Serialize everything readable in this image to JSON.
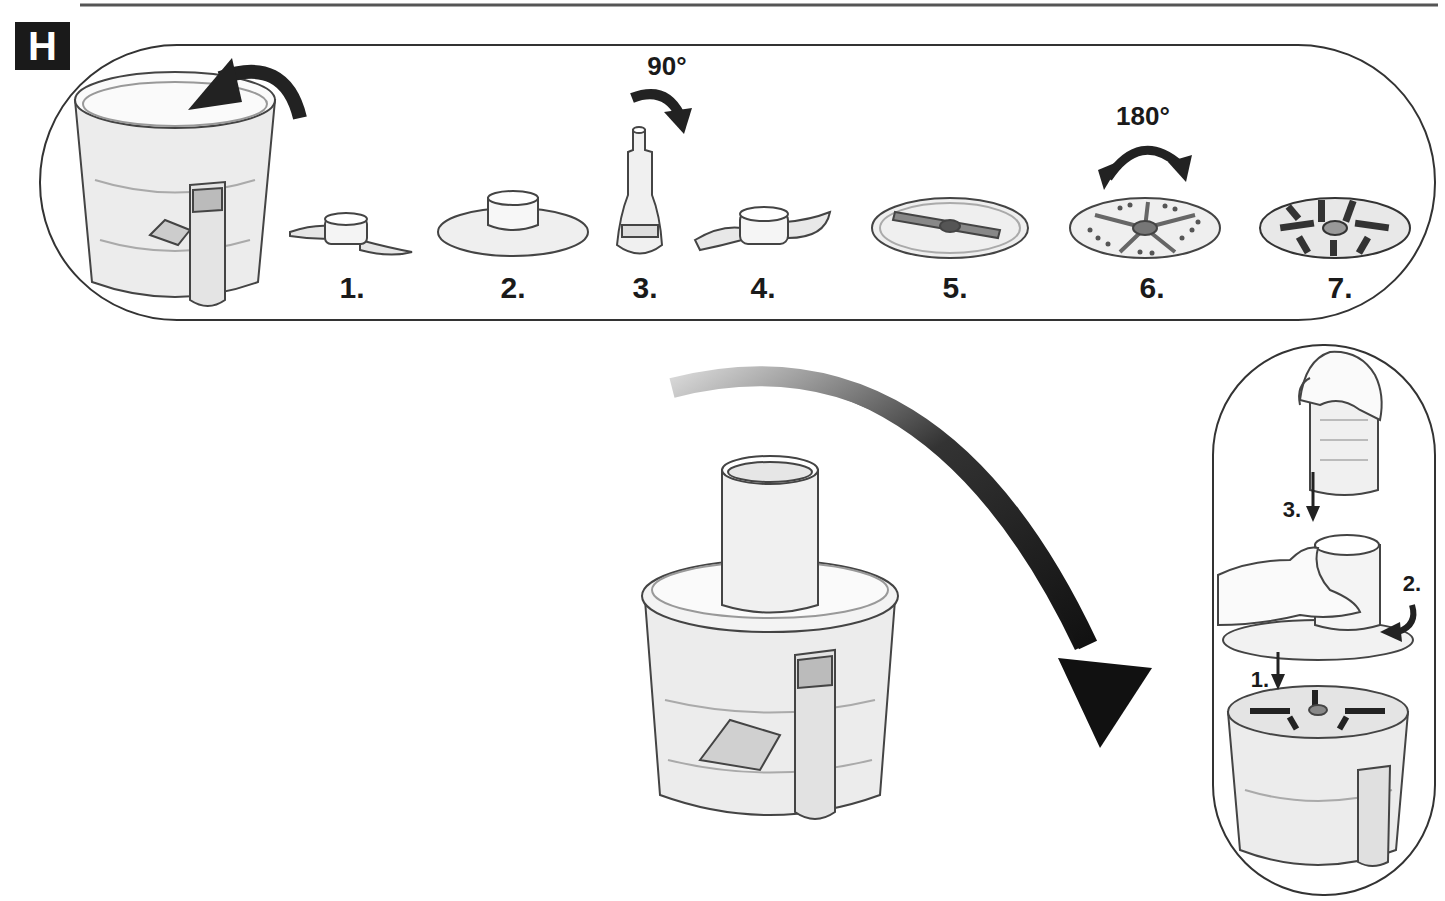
{
  "diagram": {
    "nodes": [
      {
        "text": [
          "H"
        ]
      }
    ],
    "labels": [
      "90°",
      "1.",
      "2.",
      "3.",
      "4.",
      "5.",
      "180°",
      "6.",
      "7.",
      "3.",
      "2.",
      "1."
    ]
  }
}
